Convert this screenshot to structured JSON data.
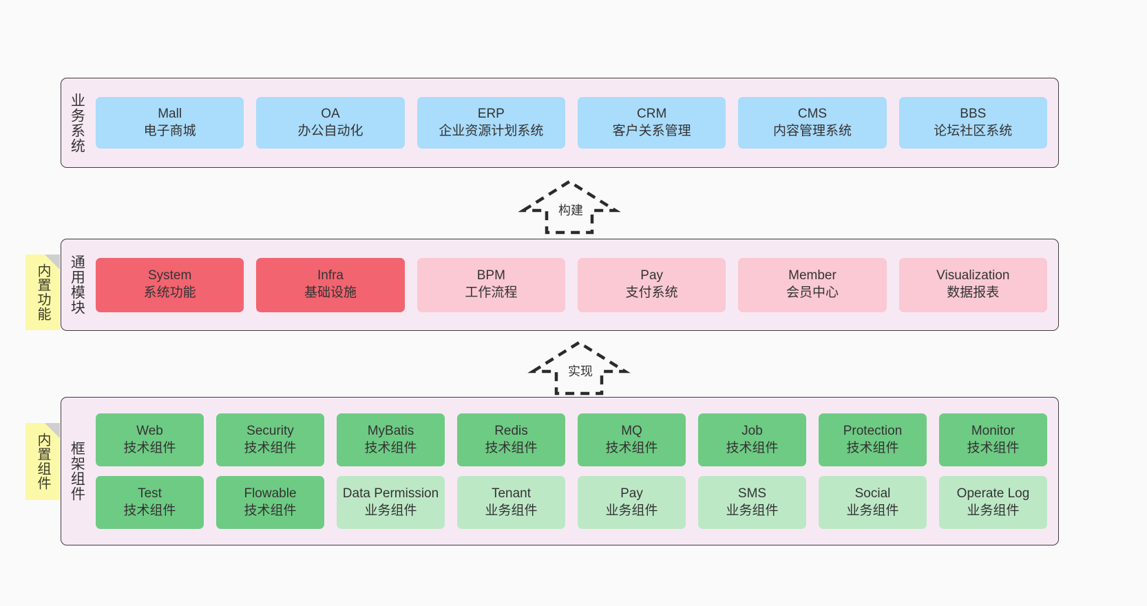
{
  "page": {
    "background": "#fafafa",
    "panel_background": "#f7e9f4",
    "panel_border": "#3c3c3c"
  },
  "colors": {
    "blue": "#aadcfb",
    "red_strong": "#f2646f",
    "red_light": "#fac9d3",
    "green_mid": "#6ecb83",
    "green_light": "#bde8c6",
    "note_yellow": "#fbf8a8",
    "note_fold": "#cfcfcf"
  },
  "notes": [
    {
      "id": "builtin-function",
      "text": "内置功能"
    },
    {
      "id": "builtin-component",
      "text": "内置组件"
    }
  ],
  "arrows": [
    {
      "id": "build",
      "label": "构建"
    },
    {
      "id": "implement",
      "label": "实现"
    }
  ],
  "layers": {
    "business": {
      "label": "业务系统",
      "rows": [
        [
          {
            "title": "Mall",
            "sub": "电子商城",
            "color": "blue"
          },
          {
            "title": "OA",
            "sub": "办公自动化",
            "color": "blue"
          },
          {
            "title": "ERP",
            "sub": "企业资源计划系统",
            "color": "blue"
          },
          {
            "title": "CRM",
            "sub": "客户关系管理",
            "color": "blue"
          },
          {
            "title": "CMS",
            "sub": "内容管理系统",
            "color": "blue"
          },
          {
            "title": "BBS",
            "sub": "论坛社区系统",
            "color": "blue"
          }
        ]
      ]
    },
    "common": {
      "label": "通用模块",
      "rows": [
        [
          {
            "title": "System",
            "sub": "系统功能",
            "color": "red-strong"
          },
          {
            "title": "Infra",
            "sub": "基础设施",
            "color": "red-strong"
          },
          {
            "title": "BPM",
            "sub": "工作流程",
            "color": "red-light"
          },
          {
            "title": "Pay",
            "sub": "支付系统",
            "color": "red-light"
          },
          {
            "title": "Member",
            "sub": "会员中心",
            "color": "red-light"
          },
          {
            "title": "Visualization",
            "sub": "数据报表",
            "color": "red-light"
          }
        ]
      ]
    },
    "framework": {
      "label": "框架组件",
      "rows": [
        [
          {
            "title": "Web",
            "sub": "技术组件",
            "color": "green-mid"
          },
          {
            "title": "Security",
            "sub": "技术组件",
            "color": "green-mid"
          },
          {
            "title": "MyBatis",
            "sub": "技术组件",
            "color": "green-mid"
          },
          {
            "title": "Redis",
            "sub": "技术组件",
            "color": "green-mid"
          },
          {
            "title": "MQ",
            "sub": "技术组件",
            "color": "green-mid"
          },
          {
            "title": "Job",
            "sub": "技术组件",
            "color": "green-mid"
          },
          {
            "title": "Protection",
            "sub": "技术组件",
            "color": "green-mid"
          },
          {
            "title": "Monitor",
            "sub": "技术组件",
            "color": "green-mid"
          }
        ],
        [
          {
            "title": "Test",
            "sub": "技术组件",
            "color": "green-mid"
          },
          {
            "title": "Flowable",
            "sub": "技术组件",
            "color": "green-mid"
          },
          {
            "title": "Data Permission",
            "sub": "业务组件",
            "color": "green-light",
            "wrap": true
          },
          {
            "title": "Tenant",
            "sub": "业务组件",
            "color": "green-light"
          },
          {
            "title": "Pay",
            "sub": "业务组件",
            "color": "green-light"
          },
          {
            "title": "SMS",
            "sub": "业务组件",
            "color": "green-light"
          },
          {
            "title": "Social",
            "sub": "业务组件",
            "color": "green-light"
          },
          {
            "title": "Operate Log",
            "sub": "业务组件",
            "color": "green-light"
          }
        ]
      ]
    }
  }
}
